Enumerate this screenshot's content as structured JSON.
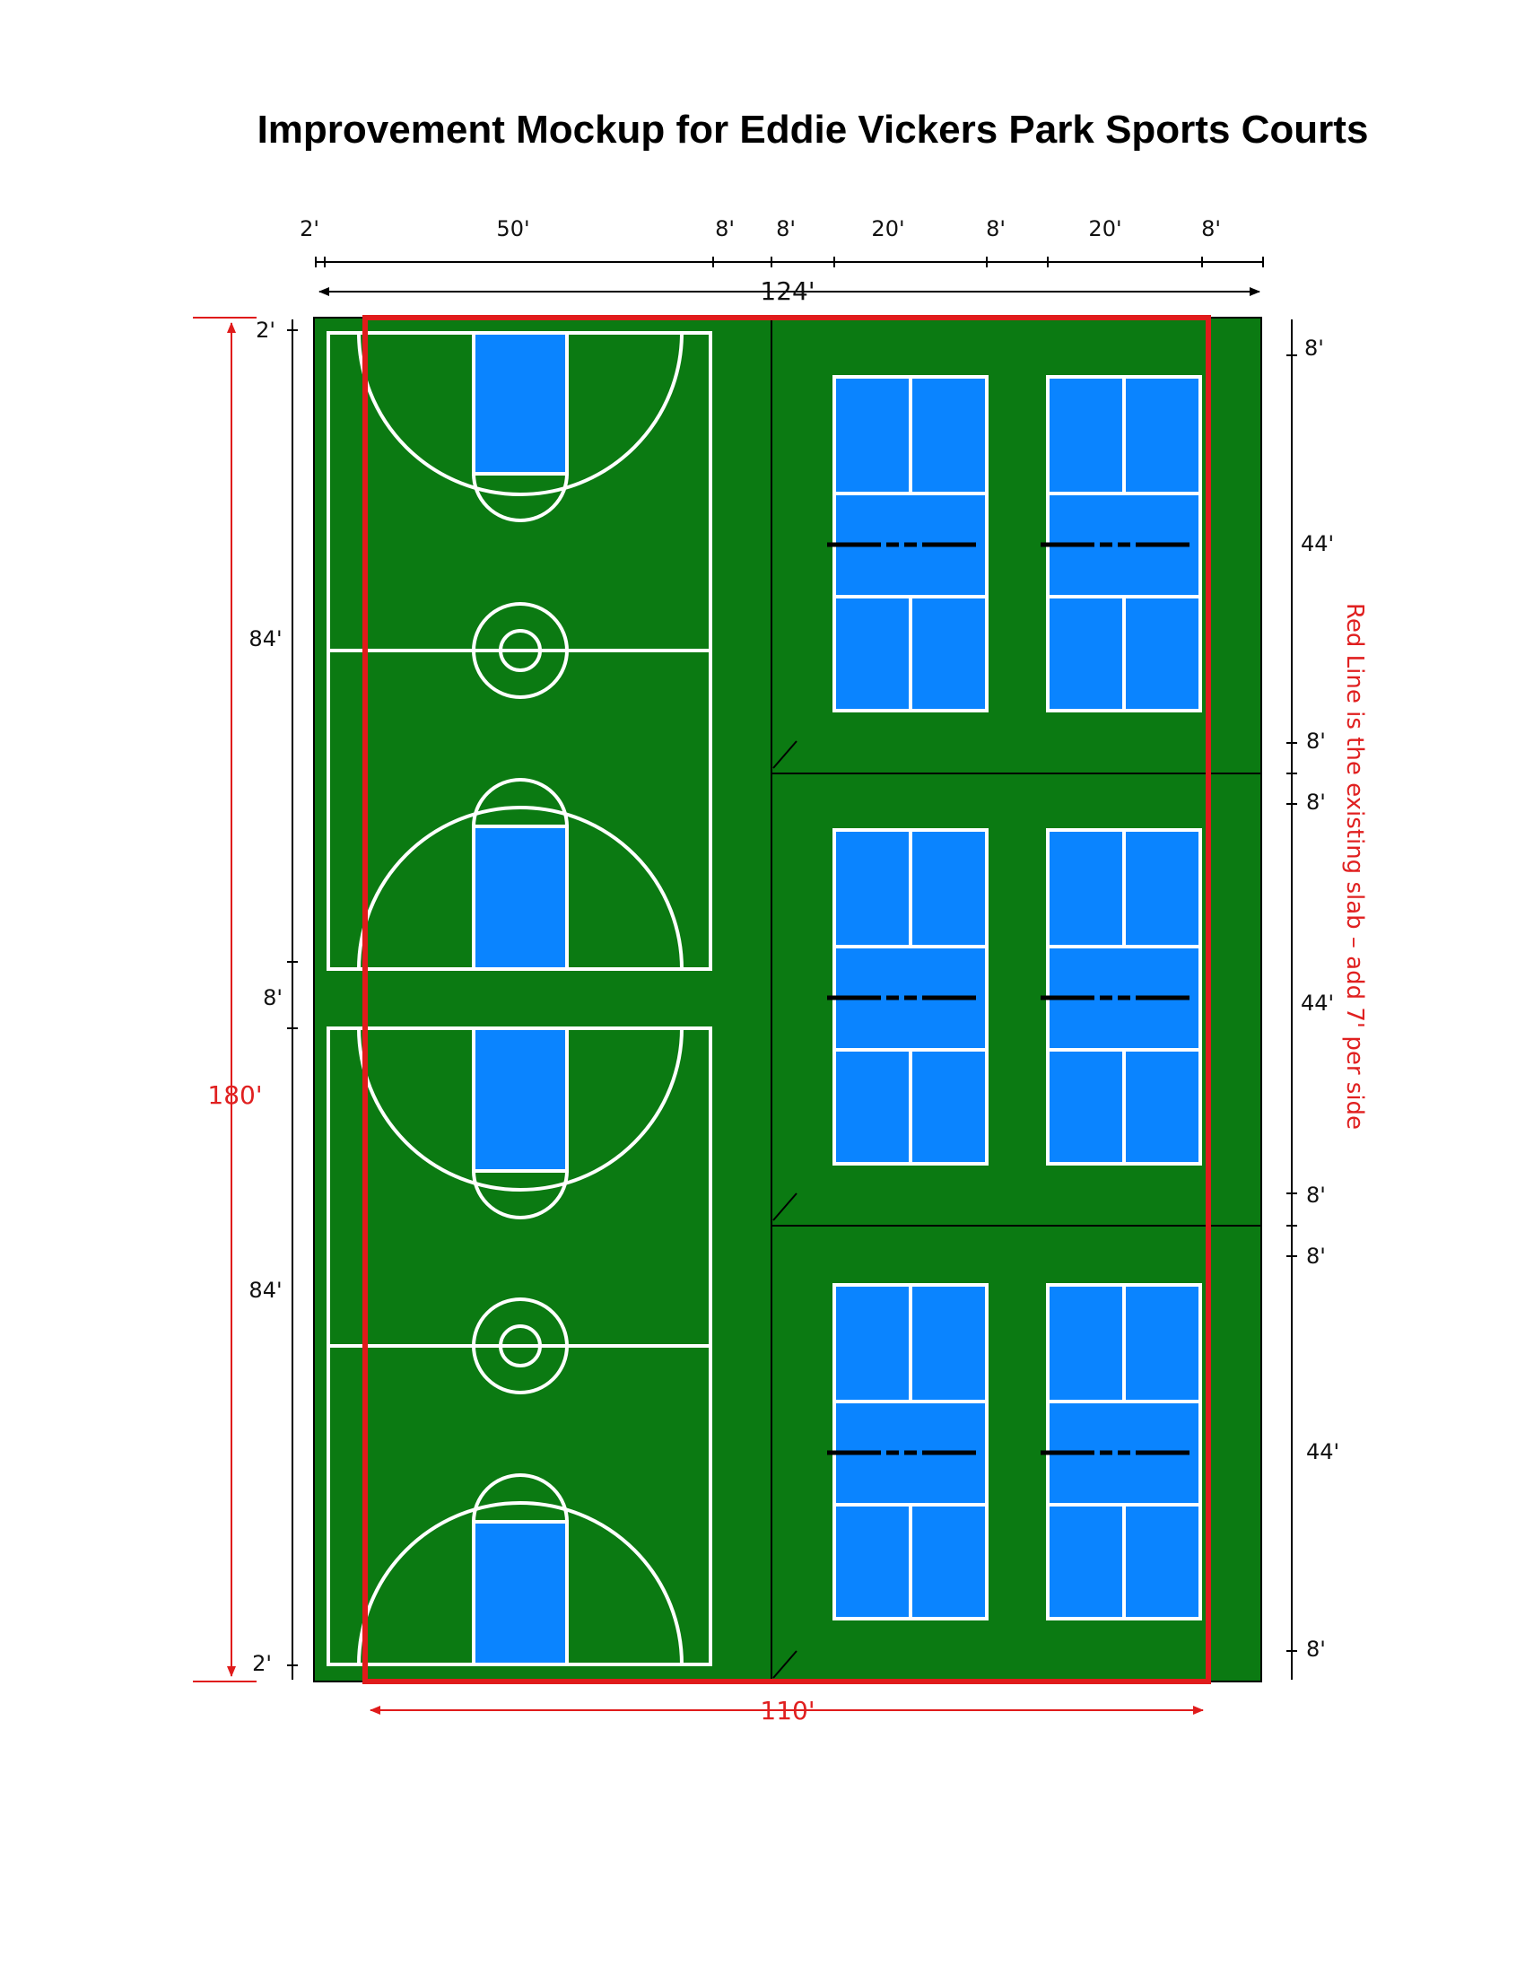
{
  "title": "Improvement Mockup for Eddie Vickers Park Sports Courts",
  "top_dimensions": [
    "2'",
    "50'",
    "8'",
    "8'",
    "20'",
    "8'",
    "20'",
    "8'"
  ],
  "total_width": "124'",
  "left_dimensions": [
    "2'",
    "84'",
    "8'",
    "84'",
    "2'"
  ],
  "total_height": "180'",
  "right_dimensions": [
    "8'",
    "44'",
    "8'",
    "8'",
    "44'",
    "8'",
    "8'",
    "44'",
    "8'"
  ],
  "slab_width": "110'",
  "slab_note": "Red Line is the existing slab – add 7' per side",
  "colors": {
    "court_green": "#0b7a12",
    "court_blue": "#0a84ff",
    "lines_white": "#ffffff",
    "slab_red": "#e01b1b",
    "net_black": "#000000"
  },
  "components": {
    "basketball_courts": 2,
    "pickleball_courts": 6
  }
}
